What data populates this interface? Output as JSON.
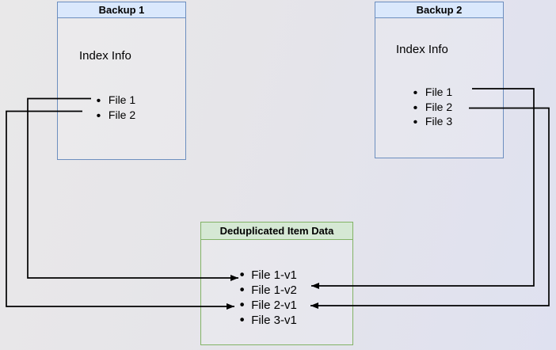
{
  "diagram": {
    "backup1": {
      "title": "Backup 1",
      "info": "Index Info",
      "items": [
        "File 1",
        "File 2"
      ]
    },
    "backup2": {
      "title": "Backup 2",
      "info": "Index Info",
      "items": [
        "File 1",
        "File 2",
        "File 3"
      ]
    },
    "dedup": {
      "title": "Deduplicated Item Data",
      "items": [
        "File 1-v1",
        "File 1-v2",
        "File 2-v1",
        "File 3-v1"
      ]
    },
    "connections": [
      {
        "from": "Backup 1 / File 1",
        "to": "Deduplicated Item Data / File 1-v1"
      },
      {
        "from": "Backup 1 / File 2",
        "to": "Deduplicated Item Data / File 2-v1"
      },
      {
        "from": "Backup 2 / File 1",
        "to": "Deduplicated Item Data / File 1-v2"
      },
      {
        "from": "Backup 2 / File 2",
        "to": "Deduplicated Item Data / File 2-v1"
      }
    ]
  },
  "icons": {
    "bullet": "•"
  },
  "colors": {
    "backup_header_fill": "#dae8fc",
    "backup_border": "#6c8ebf",
    "dedup_header_fill": "#d5e8d4",
    "dedup_border": "#82b366",
    "connector": "#000000",
    "background_start": "#e9e8e9",
    "background_end": "#dfe1f0"
  }
}
